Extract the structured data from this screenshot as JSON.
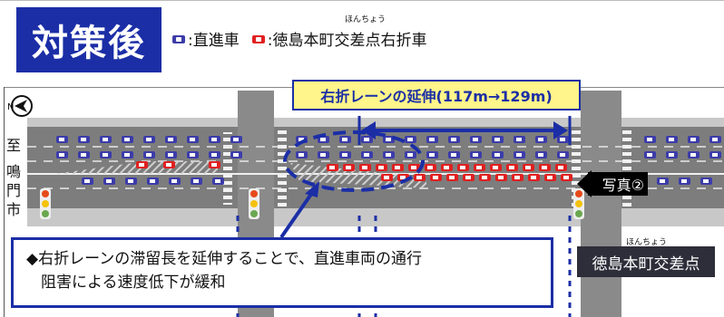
{
  "header": {
    "title": "対策後",
    "legend_straight_label": ":直進車",
    "legend_right_label": ":徳島本町交差点右折車",
    "legend_ruby": "ほんちょう"
  },
  "map": {
    "side_text": [
      "至",
      "鳴",
      "門",
      "市"
    ],
    "extension_label": "右折レーンの延伸(117m→129m)",
    "photo_label": "写真②",
    "intersection_label": "徳島本町交差点",
    "intersection_ruby": "ほんちょう"
  },
  "note": {
    "line1": "◆右折レーンの滞留長を延伸することで、直進車両の通行",
    "line2": "阻害による速度低下が緩和"
  },
  "colors": {
    "brand_blue": "#1b2ea6",
    "straight_car": "#3c3caa",
    "right_turn_car": "#e02020",
    "highlight_yellow": "#fff58a"
  }
}
